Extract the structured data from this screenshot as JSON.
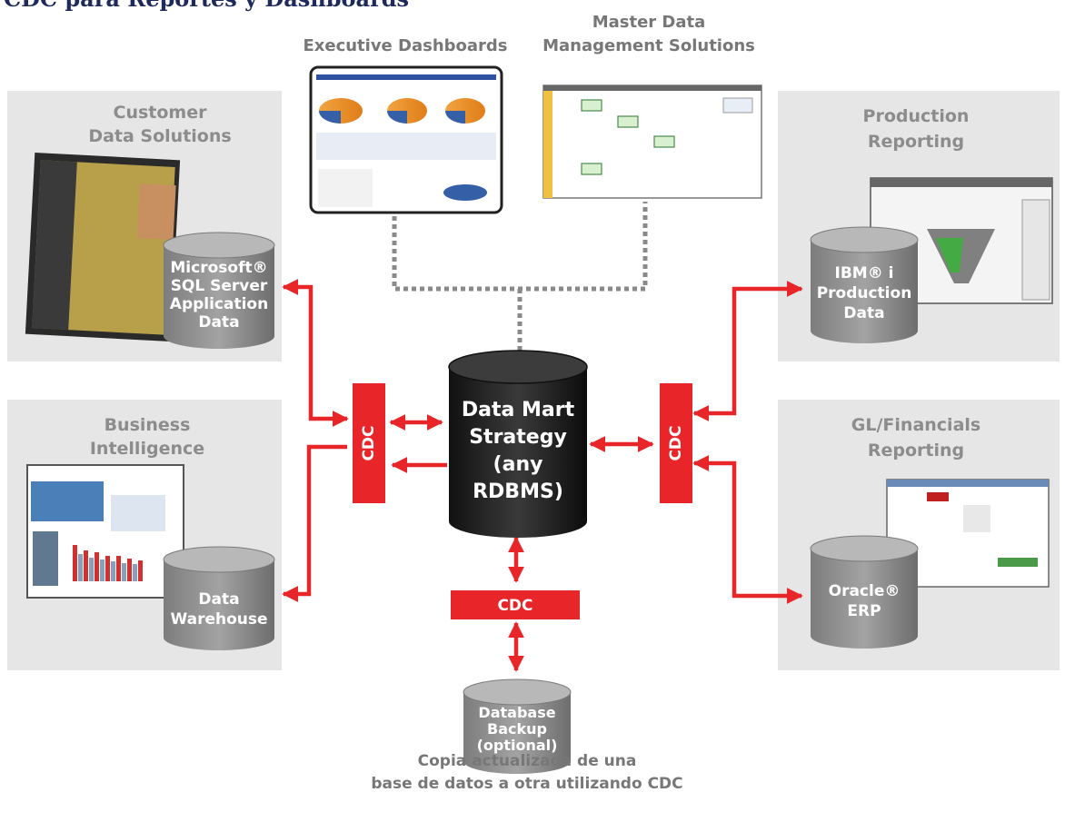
{
  "title": "CDC para Reportes y Dashboards",
  "panels": {
    "customer": "Customer\nData Solutions",
    "business": "Business\nIntelligence",
    "production": "Production\nReporting",
    "gl": "GL/Financials\nReporting",
    "executive": "Executive Dashboards",
    "mdm": "Master Data\nManagement Solutions"
  },
  "databases": {
    "sqlserver": "Microsoft®\nSQL Server\nApplication\nData",
    "warehouse": "Data\nWarehouse",
    "ibmi": "IBM® i\nProduction\nData",
    "oracle": "Oracle®\nERP",
    "datamart": "Data Mart\nStrategy\n(any\nRDBMS)",
    "backup": "Database\nBackup\n(optional)"
  },
  "cdc_labels": {
    "left": "CDC",
    "right": "CDC",
    "bottom": "CDC"
  },
  "caption": "Copia actualizada de una\nbase de datos a otra utilizando CDC",
  "colors": {
    "arrow": "#e8262a",
    "panel": "#e6e6e6",
    "panel_text": "#8c8c8c",
    "db_gray": "#8e8e8e",
    "db_black": "#1a1a1a",
    "dotted": "#8a8a8a"
  }
}
